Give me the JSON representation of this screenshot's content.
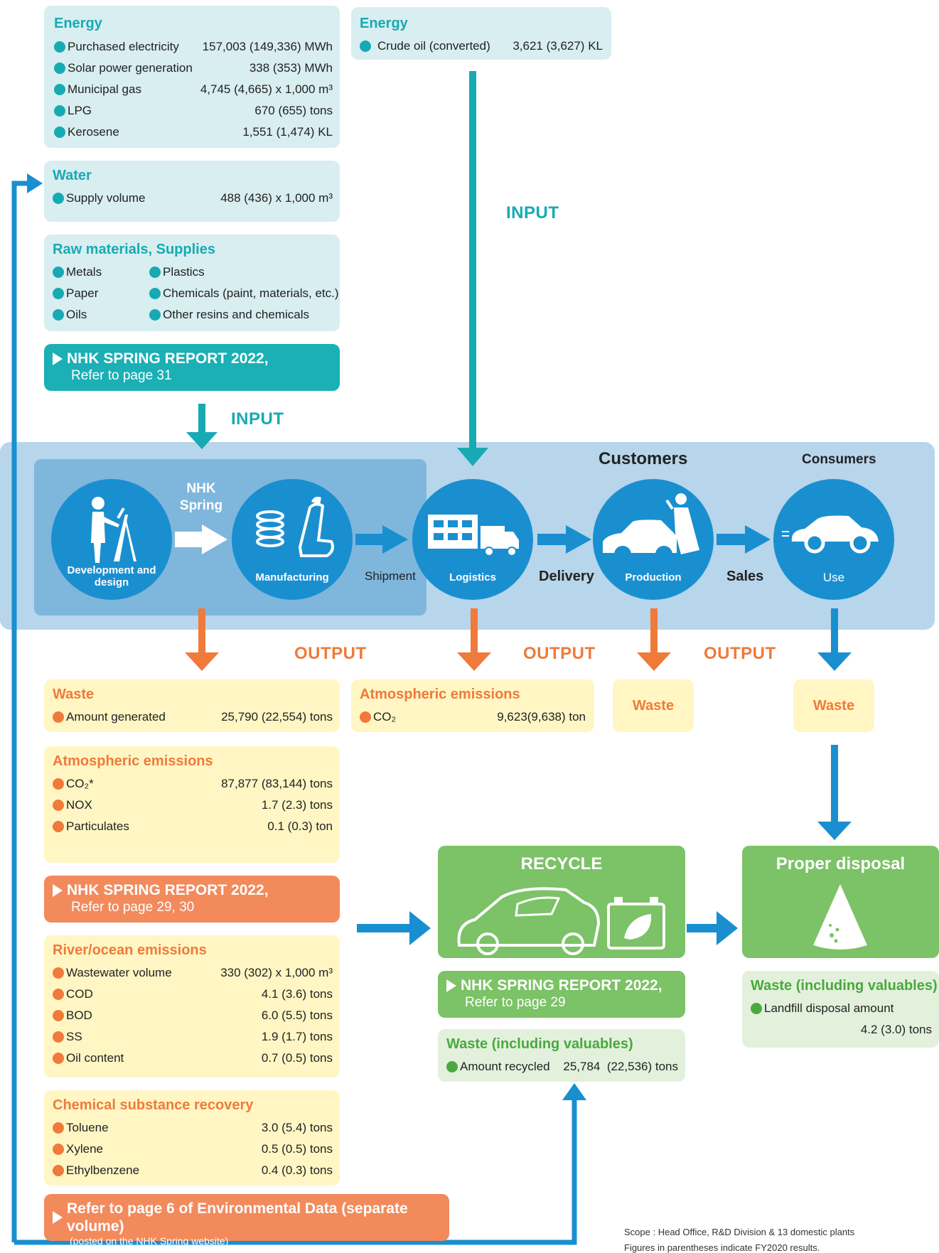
{
  "input_energy_main": {
    "title": "Energy",
    "rows": [
      {
        "label": "Purchased electricity",
        "value": "157,003 (149,336) MWh"
      },
      {
        "label": "Solar power generation",
        "value": "338 (353) MWh"
      },
      {
        "label": "Municipal gas",
        "value": "4,745 (4,665) x 1,000 m³"
      },
      {
        "label": "LPG",
        "value": "670 (655) tons"
      },
      {
        "label": "Kerosene",
        "value": "1,551 (1,474) KL"
      }
    ]
  },
  "input_energy_logistics": {
    "title": "Energy",
    "rows": [
      {
        "label": "Crude oil (converted)",
        "value": "3,621 (3,627) KL"
      }
    ]
  },
  "input_water": {
    "title": "Water",
    "rows": [
      {
        "label": "Supply volume",
        "value": "488 (436) x 1,000 m³"
      }
    ]
  },
  "input_raw": {
    "title": "Raw materials, Supplies",
    "items": [
      "Metals",
      "Plastics",
      "Paper",
      "Chemicals (paint, materials, etc.)",
      "Oils",
      "Other resins and chemicals"
    ]
  },
  "input_banner": {
    "line1": "NHK SPRING REPORT 2022,",
    "line2": "Refer to page 31"
  },
  "flow_labels": {
    "input": "INPUT",
    "output": "OUTPUT"
  },
  "stages": {
    "customers": "Customers",
    "consumers": "Consumers",
    "nhk_spring": [
      "NHK",
      "Spring"
    ],
    "development": [
      "Development and",
      "design"
    ],
    "manufacturing": "Manufacturing",
    "shipment": "Shipment",
    "logistics": "Logistics",
    "delivery": "Delivery",
    "production": "Production",
    "sales": "Sales",
    "use": "Use"
  },
  "output_waste": {
    "title": "Waste",
    "rows": [
      {
        "label": "Amount generated",
        "value": "25,790 (22,554) tons"
      }
    ]
  },
  "output_atmos_main": {
    "title": "Atmospheric emissions",
    "rows": [
      {
        "label": "CO₂*",
        "value": "87,877 (83,144) tons"
      },
      {
        "label": "NOX",
        "value": "1.7 (2.3) tons"
      },
      {
        "label": "Particulates",
        "value": "0.1 (0.3) ton"
      }
    ]
  },
  "output_atmos_logistics": {
    "title": "Atmospheric emissions",
    "rows": [
      {
        "label": "CO₂",
        "value": "9,623(9,638) ton"
      }
    ]
  },
  "output_waste_production": "Waste",
  "output_waste_use": "Waste",
  "output_banner1": {
    "line1": "NHK SPRING REPORT 2022,",
    "line2": "Refer to page 29, 30"
  },
  "output_river": {
    "title": "River/ocean emissions",
    "rows": [
      {
        "label": "Wastewater volume",
        "value": "330 (302) x 1,000 m³"
      },
      {
        "label": "COD",
        "value": "4.1 (3.6) tons"
      },
      {
        "label": "BOD",
        "value": "6.0 (5.5) tons"
      },
      {
        "label": "SS",
        "value": "1.9 (1.7) tons"
      },
      {
        "label": "Oil content",
        "value": "0.7 (0.5) tons"
      }
    ]
  },
  "output_chem": {
    "title": "Chemical substance recovery",
    "rows": [
      {
        "label": "Toluene",
        "value": "3.0 (5.4) tons"
      },
      {
        "label": "Xylene",
        "value": "0.5 (0.5) tons"
      },
      {
        "label": "Ethylbenzene",
        "value": "0.4 (0.3) tons"
      }
    ]
  },
  "output_banner2": {
    "line1": "Refer to page 6 of Environmental Data (separate volume)",
    "line2": "(posted on the NHK Spring website)"
  },
  "recycle": {
    "title": "RECYCLE",
    "banner_line1": "NHK SPRING REPORT 2022,",
    "banner_line2": "Refer to page 29",
    "waste_title": "Waste (including valuables)",
    "row_label": "Amount recycled",
    "row_value": "25,784  (22,536) tons"
  },
  "disposal": {
    "title": "Proper disposal",
    "waste_title": "Waste (including valuables)",
    "row_label": "Landfill disposal amount",
    "row_value": "4.2 (3.0) tons"
  },
  "notes": {
    "scope": "Scope : Head Office, R&D Division & 13 domestic plants",
    "figures": "Figures in parentheses indicate FY2020 results."
  },
  "colors": {
    "teal": "#17aab3",
    "orange": "#f07a3a",
    "blue": "#1a8fd0",
    "green": "#7cc266"
  }
}
